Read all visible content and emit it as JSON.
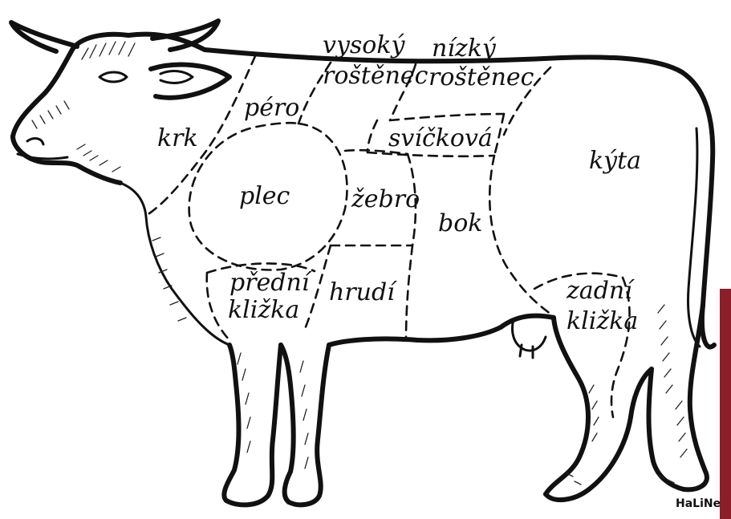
{
  "cuts": {
    "krk": "krk",
    "pero": "péro",
    "vysoky_rostenec_1": "vysoký",
    "vysoky_rostenec_2": "roštěnec",
    "nizky_rostenec_1": "nízký",
    "nizky_rostenec_2": "roštěnec",
    "svickova": "svíčková",
    "kyta": "kýta",
    "plec": "plec",
    "zebro": "žebro",
    "bok": "bok",
    "predni_klizka_1": "přední",
    "predni_klizka_2": "kližka",
    "hrudi": "hrudí",
    "zadni_klizka_1": "zadní",
    "zadni_klizka_2": "kližka"
  },
  "signature": "HaLiNe",
  "colors": {
    "ink": "#111111",
    "background": "#ffffff",
    "edge_accent": "#8a1f2a"
  }
}
